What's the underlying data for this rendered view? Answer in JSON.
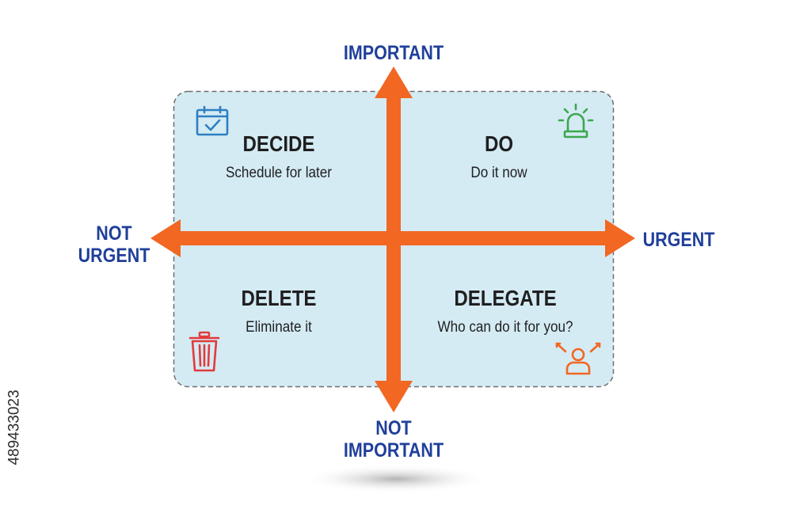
{
  "axes": {
    "top": "IMPORTANT",
    "bottom": [
      "NOT",
      "IMPORTANT"
    ],
    "left": [
      "NOT",
      "URGENT"
    ],
    "right": "URGENT"
  },
  "quadrants": {
    "top_left": {
      "title": "DECIDE",
      "subtitle": "Schedule for later",
      "icon": "calendar-check-icon"
    },
    "top_right": {
      "title": "DO",
      "subtitle": "Do it now",
      "icon": "alarm-siren-icon"
    },
    "bottom_left": {
      "title": "DELETE",
      "subtitle": "Eliminate it",
      "icon": "trash-icon"
    },
    "bottom_right": {
      "title": "DELEGATE",
      "subtitle": "Who can do it for you?",
      "icon": "delegate-person-icon"
    }
  },
  "stock_id": "489433023",
  "colors": {
    "axis_arrow": "#f26722",
    "quadrant_fill": "#d4ebf4",
    "axis_label": "#1f3f9a",
    "icon_calendar": "#2f7fc1",
    "icon_siren": "#3aa84c",
    "icon_trash": "#e23b3b",
    "icon_delegate": "#f26722"
  }
}
